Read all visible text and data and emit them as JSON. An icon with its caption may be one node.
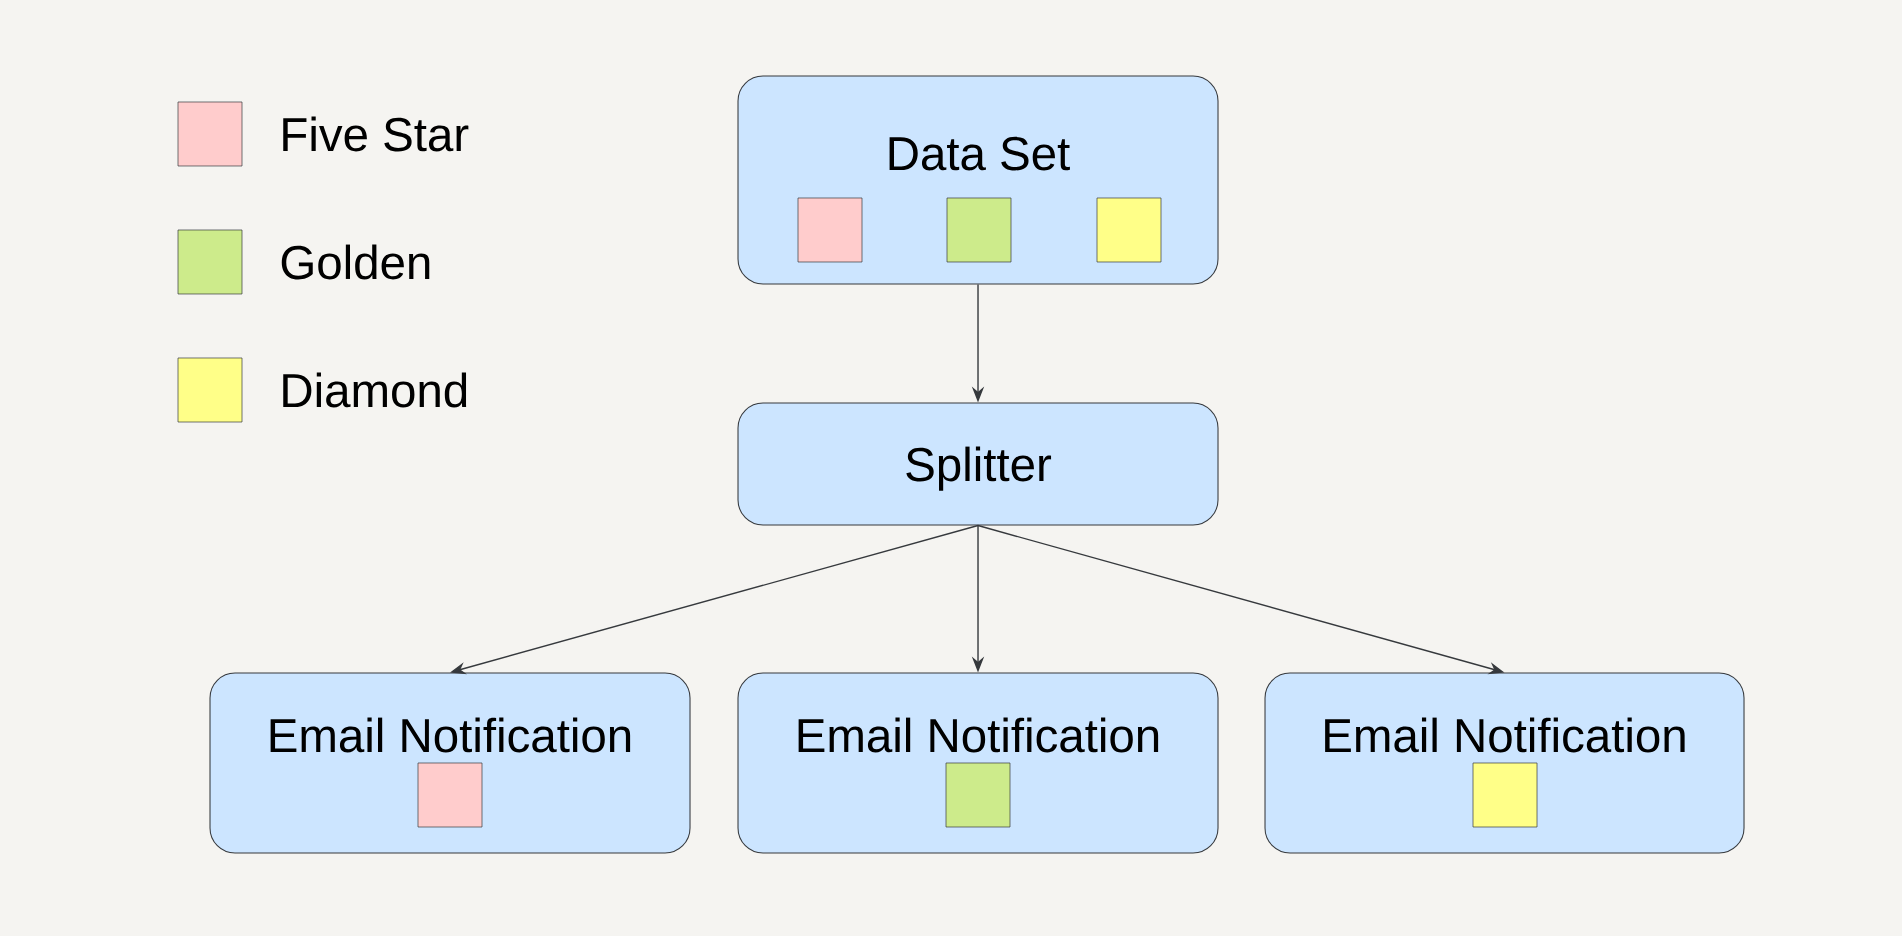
{
  "diagram": {
    "nodes": [
      {
        "text": [
          "Data Set"
        ]
      },
      {
        "text": [
          "Splitter"
        ]
      },
      {
        "text": [
          "Email Notification"
        ]
      },
      {
        "text": [
          "Email Notification"
        ]
      },
      {
        "text": [
          "Email Notification"
        ]
      }
    ],
    "edges": [
      {
        "from": 0,
        "to": 1,
        "arrow": "to"
      },
      {
        "from": 1,
        "to": 2,
        "arrow": "to"
      },
      {
        "from": 1,
        "to": 3,
        "arrow": "to"
      },
      {
        "from": 1,
        "to": 4,
        "arrow": "to"
      }
    ],
    "legend": [
      {
        "text": "Five Star",
        "color": "#ffcccc"
      },
      {
        "text": "Golden",
        "color": "#cdeb8b"
      },
      {
        "text": "Diamond",
        "color": "#ffff88"
      }
    ]
  }
}
